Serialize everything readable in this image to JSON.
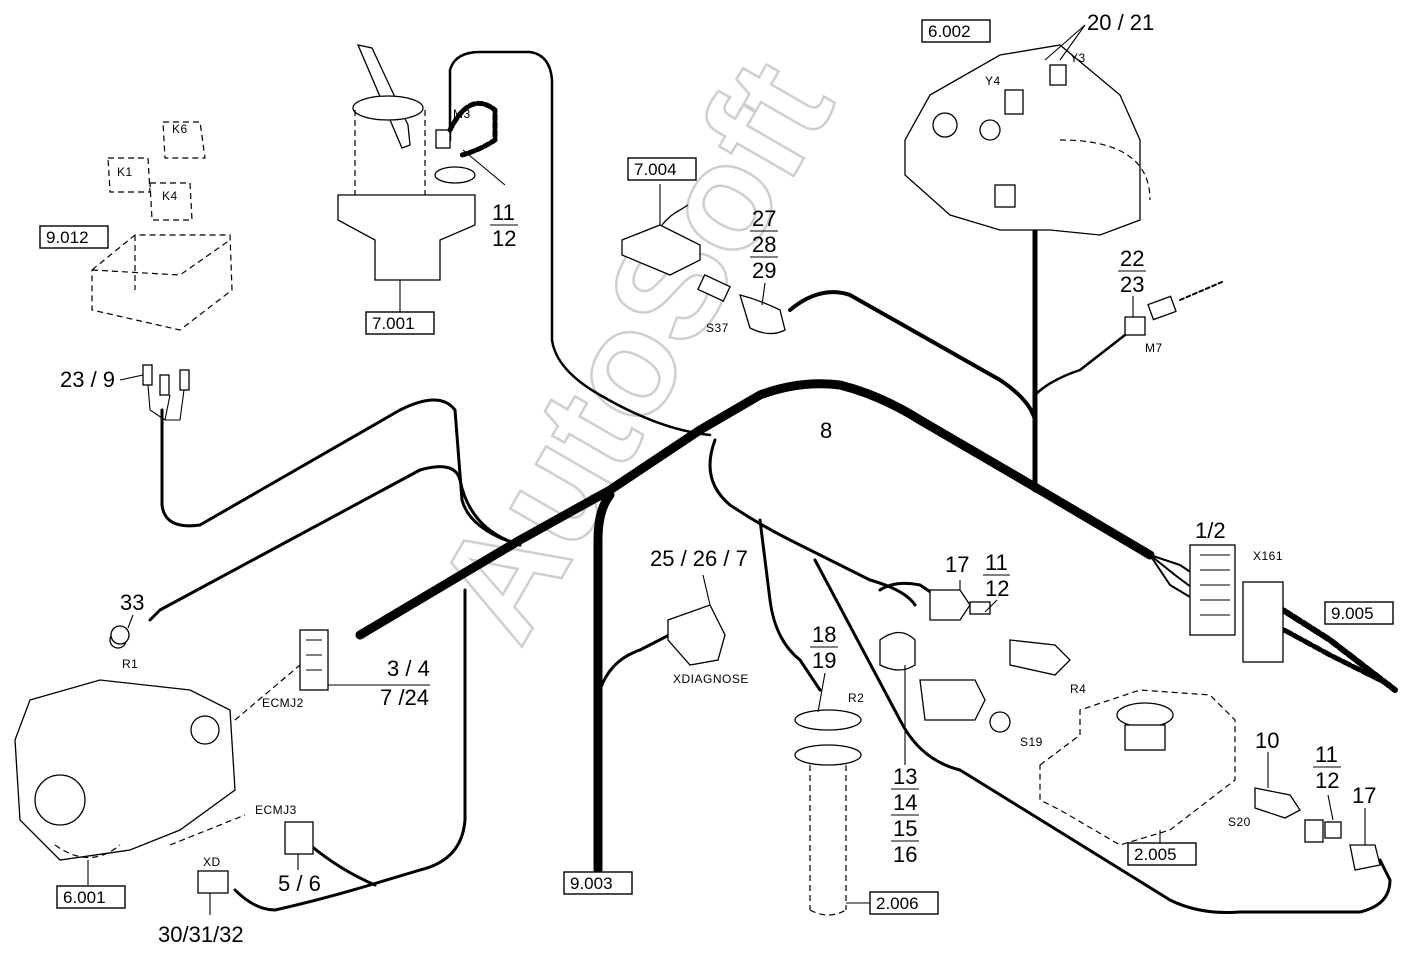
{
  "watermark": "AutoSoft",
  "ref_boxes": {
    "b6002": "6.002",
    "b9012": "9.012",
    "b7001": "7.001",
    "b7004": "7.004",
    "b9005": "9.005",
    "b6001": "6.001",
    "b9003": "9.003",
    "b2006": "2.006",
    "b2005": "2.005"
  },
  "callouts": {
    "c2021": "20 / 21",
    "c11a": "11",
    "c12a": "12",
    "c27": "27",
    "c28": "28",
    "c29": "29",
    "c22": "22",
    "c23": "23",
    "c239": "23 / 9",
    "c8": "8",
    "c12slash2": "1/2",
    "c33": "33",
    "c25267": "25 / 26 / 7",
    "c17a": "17",
    "c11b": "11",
    "c12b": "12",
    "c18": "18",
    "c19": "19",
    "c34": "3 / 4",
    "c724": "7 /24",
    "c13": "13",
    "c14": "14",
    "c15": "15",
    "c16": "16",
    "c10": "10",
    "c11c": "11",
    "c12c": "12",
    "c17b": "17",
    "c56": "5 / 6",
    "c303132": "30/31/32"
  },
  "components": {
    "y3": "Y3",
    "y4": "Y4",
    "k6": "K6",
    "k1": "K1",
    "k4": "K4",
    "m3": "M3",
    "s37": "S37",
    "m7": "M7",
    "x161": "X161",
    "r1": "R1",
    "ecmj2": "ECMJ2",
    "xdiagnose": "XDIAGNOSE",
    "r2": "R2",
    "r4": "R4",
    "s19": "S19",
    "ecmj3": "ECMJ3",
    "xd": "XD",
    "s20": "S20"
  }
}
